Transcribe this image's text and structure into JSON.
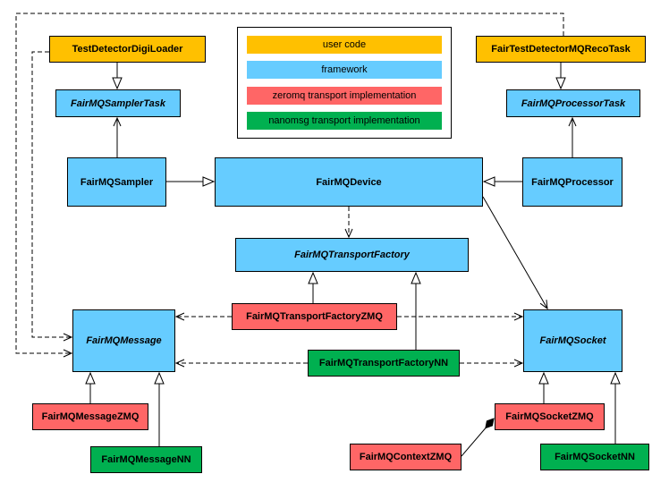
{
  "colors": {
    "user_code": "#ffc000",
    "framework": "#66ccff",
    "zeromq": "#ff6666",
    "nanomsg": "#00b050",
    "line": "#000000",
    "background": "#ffffff"
  },
  "legend": {
    "items": [
      {
        "id": "user-code",
        "label": "user code",
        "category": "user_code"
      },
      {
        "id": "framework",
        "label": "framework",
        "category": "framework"
      },
      {
        "id": "zeromq",
        "label": "zeromq transport implementation",
        "category": "zeromq"
      },
      {
        "id": "nanomsg",
        "label": "nanomsg transport implementation",
        "category": "nanomsg"
      }
    ]
  },
  "nodes": [
    {
      "id": "test-detector-digi-loader",
      "label": "TestDetectorDigiLoader",
      "category": "user_code",
      "abstract": false
    },
    {
      "id": "fair-test-detector-mq-reco-task",
      "label": "FairTestDetectorMQRecoTask",
      "category": "user_code",
      "abstract": false
    },
    {
      "id": "fairmq-sampler-task",
      "label": "FairMQSamplerTask",
      "category": "framework",
      "abstract": true
    },
    {
      "id": "fairmq-processor-task",
      "label": "FairMQProcessorTask",
      "category": "framework",
      "abstract": true
    },
    {
      "id": "fairmq-sampler",
      "label": "FairMQSampler",
      "category": "framework",
      "abstract": false
    },
    {
      "id": "fairmq-device",
      "label": "FairMQDevice",
      "category": "framework",
      "abstract": false
    },
    {
      "id": "fairmq-processor",
      "label": "FairMQProcessor",
      "category": "framework",
      "abstract": false
    },
    {
      "id": "fairmq-transport-factory",
      "label": "FairMQTransportFactory",
      "category": "framework",
      "abstract": true
    },
    {
      "id": "fairmq-transport-factory-zmq",
      "label": "FairMQTransportFactoryZMQ",
      "category": "zeromq",
      "abstract": false
    },
    {
      "id": "fairmq-transport-factory-nn",
      "label": "FairMQTransportFactoryNN",
      "category": "nanomsg",
      "abstract": false
    },
    {
      "id": "fairmq-message",
      "label": "FairMQMessage",
      "category": "framework",
      "abstract": true
    },
    {
      "id": "fairmq-socket",
      "label": "FairMQSocket",
      "category": "framework",
      "abstract": true
    },
    {
      "id": "fairmq-message-zmq",
      "label": "FairMQMessageZMQ",
      "category": "zeromq",
      "abstract": false
    },
    {
      "id": "fairmq-message-nn",
      "label": "FairMQMessageNN",
      "category": "nanomsg",
      "abstract": false
    },
    {
      "id": "fairmq-socket-zmq",
      "label": "FairMQSocketZMQ",
      "category": "zeromq",
      "abstract": false
    },
    {
      "id": "fairmq-socket-nn",
      "label": "FairMQSocketNN",
      "category": "nanomsg",
      "abstract": false
    },
    {
      "id": "fairmq-context-zmq",
      "label": "FairMQContextZMQ",
      "category": "zeromq",
      "abstract": false
    }
  ],
  "edges": [
    {
      "from": "TestDetectorDigiLoader",
      "to": "FairMQSamplerTask",
      "type": "inheritance"
    },
    {
      "from": "FairMQSampler",
      "to": "FairMQSamplerTask",
      "type": "association"
    },
    {
      "from": "FairMQSampler",
      "to": "FairMQDevice",
      "type": "inheritance"
    },
    {
      "from": "FairMQProcessor",
      "to": "FairMQDevice",
      "type": "inheritance"
    },
    {
      "from": "FairTestDetectorMQRecoTask",
      "to": "FairMQProcessorTask",
      "type": "inheritance"
    },
    {
      "from": "FairMQProcessor",
      "to": "FairMQProcessorTask",
      "type": "association"
    },
    {
      "from": "FairMQDevice",
      "to": "FairMQTransportFactory",
      "type": "dependency"
    },
    {
      "from": "FairMQTransportFactoryZMQ",
      "to": "FairMQTransportFactory",
      "type": "inheritance"
    },
    {
      "from": "FairMQTransportFactoryNN",
      "to": "FairMQTransportFactory",
      "type": "inheritance"
    },
    {
      "from": "FairMQTransportFactoryZMQ",
      "to": "FairMQMessage",
      "type": "dependency"
    },
    {
      "from": "FairMQTransportFactoryZMQ",
      "to": "FairMQSocket",
      "type": "dependency"
    },
    {
      "from": "FairMQTransportFactoryNN",
      "to": "FairMQMessage",
      "type": "dependency"
    },
    {
      "from": "FairMQTransportFactoryNN",
      "to": "FairMQSocket",
      "type": "dependency"
    },
    {
      "from": "FairMQDevice",
      "to": "FairMQSocket",
      "type": "association"
    },
    {
      "from": "FairMQMessageZMQ",
      "to": "FairMQMessage",
      "type": "inheritance"
    },
    {
      "from": "FairMQMessageNN",
      "to": "FairMQMessage",
      "type": "inheritance"
    },
    {
      "from": "FairMQSocketZMQ",
      "to": "FairMQSocket",
      "type": "inheritance"
    },
    {
      "from": "FairMQSocketNN",
      "to": "FairMQSocket",
      "type": "inheritance"
    },
    {
      "from": "FairMQContextZMQ",
      "to": "FairMQSocketZMQ",
      "type": "composition"
    },
    {
      "from": "TestDetectorDigiLoader",
      "to": "FairMQMessage",
      "type": "dependency"
    },
    {
      "from": "FairTestDetectorMQRecoTask",
      "to": "FairMQMessage",
      "type": "dependency"
    }
  ]
}
